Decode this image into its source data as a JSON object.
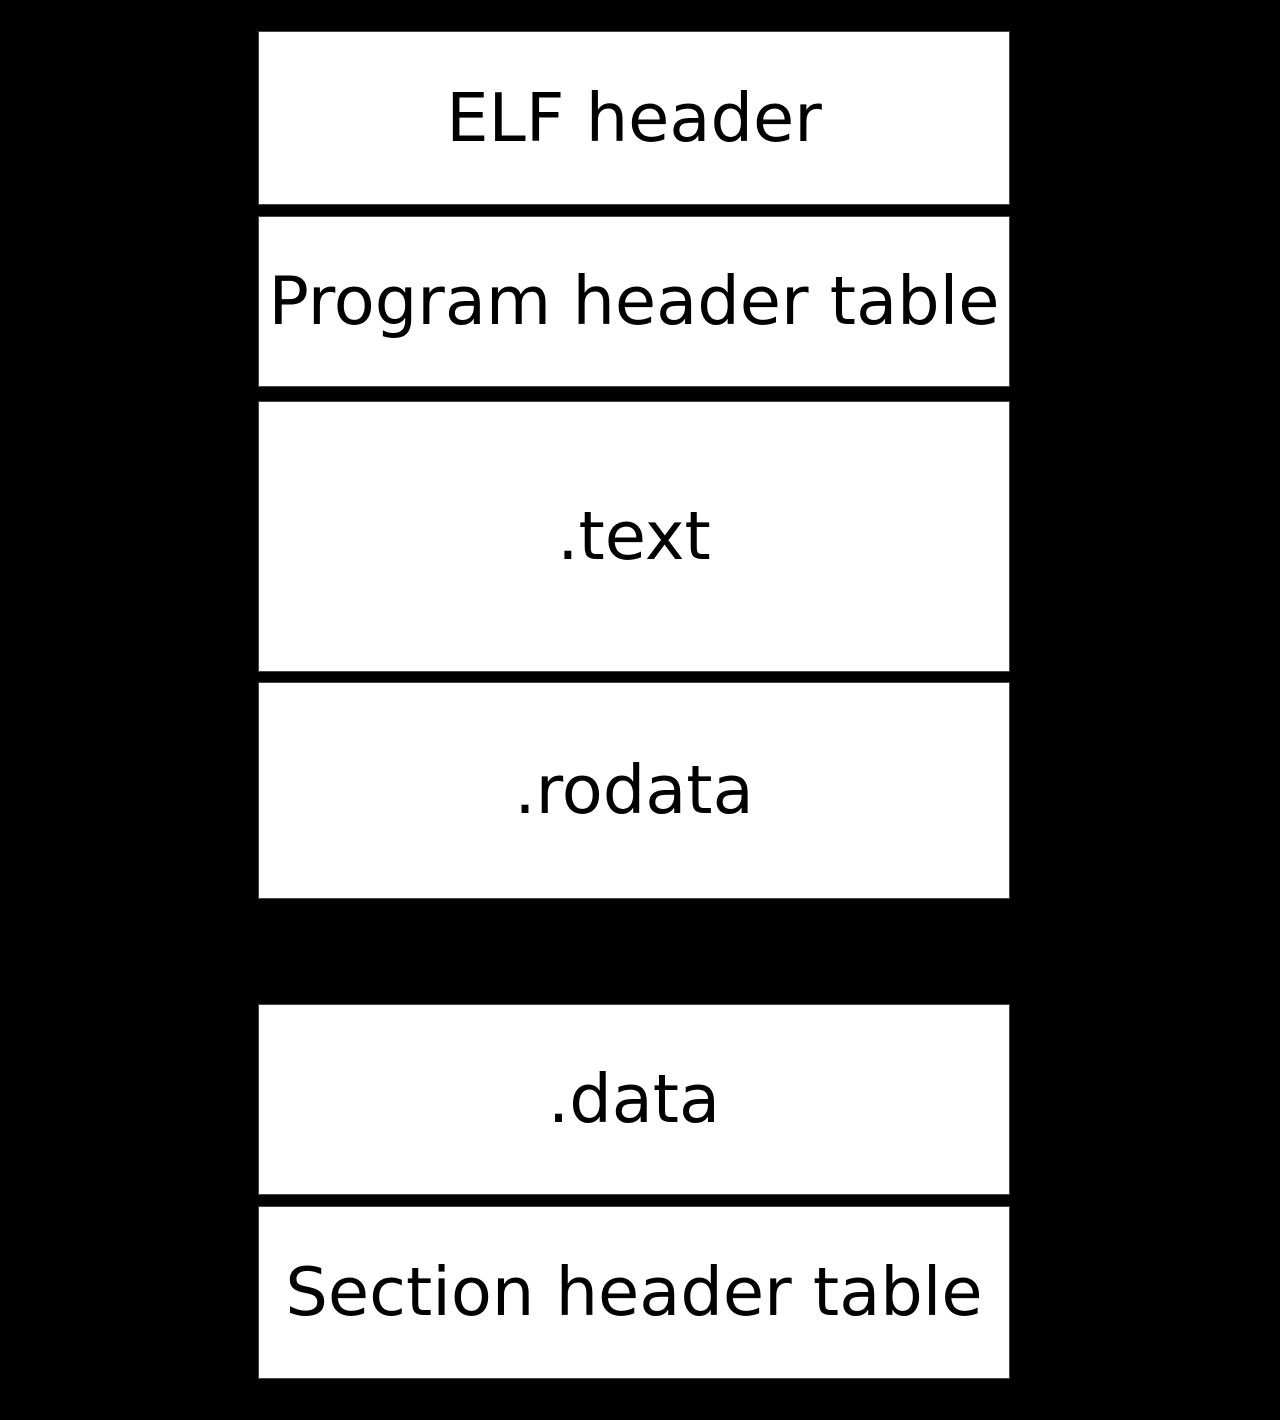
{
  "colors": {
    "background": "#000000",
    "box_fill": "#ffffff",
    "box_text": "#000000"
  },
  "boxes": [
    {
      "label": "ELF header"
    },
    {
      "label": "Program header table"
    },
    {
      "label": ".text"
    },
    {
      "label": ".rodata"
    },
    {
      "label": ".data"
    },
    {
      "label": "Section header table"
    }
  ]
}
